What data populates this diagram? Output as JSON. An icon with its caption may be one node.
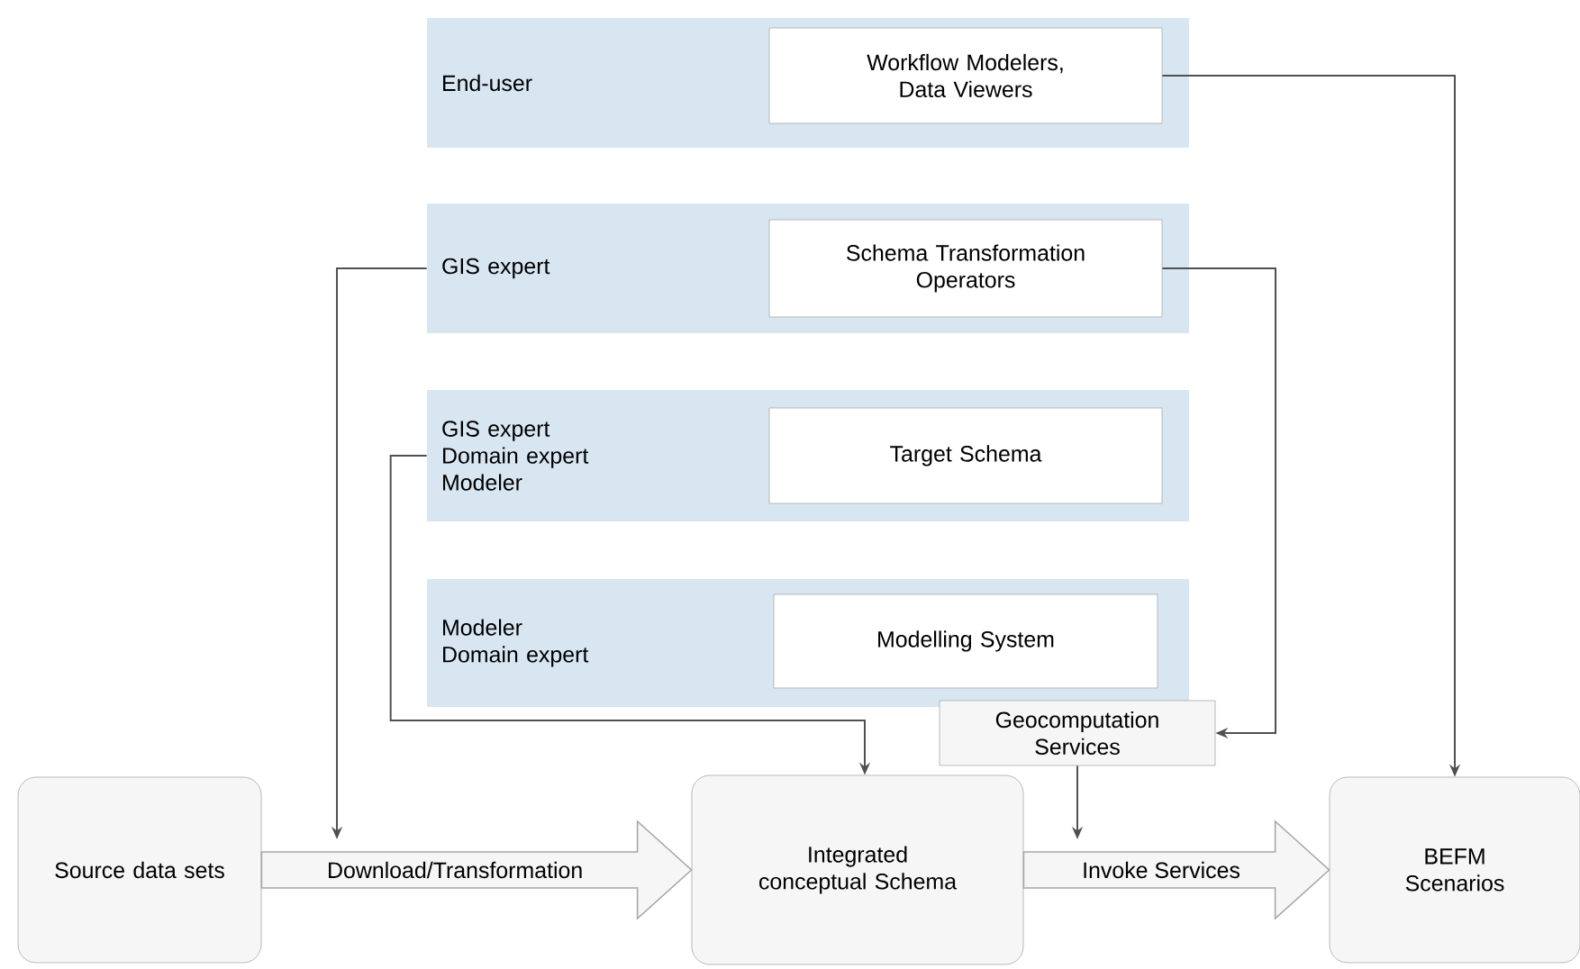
{
  "diagram": {
    "nodes": [
      {
        "text": [
          "End-user"
        ]
      },
      {
        "text": [
          "Workflow Modelers, Data Viewers"
        ],
        "in": 0
      },
      {
        "text": [
          "GIS expert"
        ]
      },
      {
        "text": [
          "Schema Transformation Operators"
        ],
        "in": 2
      },
      {
        "text": [
          "GIS expert",
          "Domain expert",
          "Modeler"
        ]
      },
      {
        "text": [
          "Target Schema"
        ],
        "in": 4
      },
      {
        "text": [
          "Modeler",
          "Domain expert"
        ]
      },
      {
        "text": [
          "Modelling System"
        ],
        "in": 6
      },
      {
        "text": [
          "Geocomputation Services"
        ]
      },
      {
        "text": [
          "Source data sets"
        ]
      },
      {
        "text": [
          "Integrated conceptual Schema"
        ]
      },
      {
        "text": [
          "BEFM Scenarios"
        ]
      }
    ],
    "edges": [
      {
        "from": 1,
        "to": 11,
        "arrow": "to"
      },
      {
        "from": 2,
        "to": null,
        "arrow": "to"
      },
      {
        "from": 4,
        "to": 10,
        "arrow": "to"
      },
      {
        "from": 3,
        "to": 8,
        "arrow": "to"
      },
      {
        "from": 8,
        "to": null,
        "arrow": "to"
      },
      {
        "from": 9,
        "to": 10,
        "arrow": "to",
        "label": "Download/Transformation",
        "style": "thick"
      },
      {
        "from": 10,
        "to": 11,
        "arrow": "to",
        "label": "Invoke Services",
        "style": "thick"
      }
    ]
  }
}
